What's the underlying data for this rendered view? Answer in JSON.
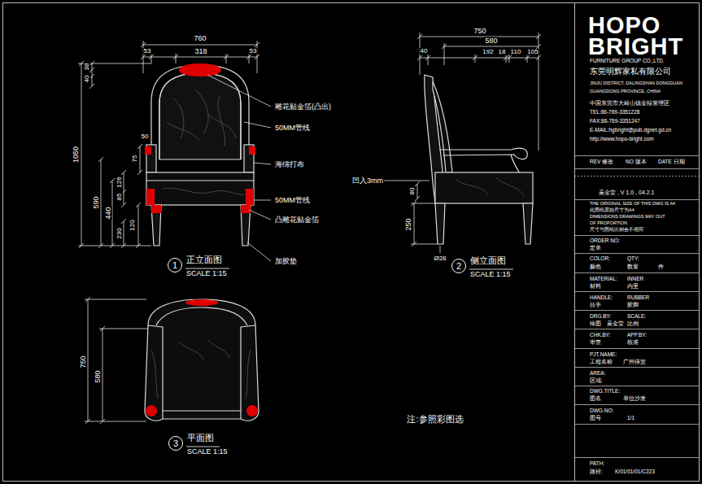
{
  "diagram": {
    "nodes": [
      {
        "text": [
          "1",
          "正立面图",
          "SCALE 1:15"
        ]
      },
      {
        "text": [
          "2",
          "侧立面图",
          "SCALE 1:15"
        ]
      },
      {
        "text": [
          "3",
          "平面图",
          "SCALE 1:15"
        ]
      }
    ],
    "labels": [
      "760",
      "53",
      "318",
      "53",
      "38",
      "40",
      "1050",
      "50",
      "75",
      "590",
      "126",
      "85",
      "440",
      "120",
      "230",
      "雕花贴金箔(凸出)",
      "50MM管线",
      "海绵打布",
      "50MM管线",
      "凸雕花贴金箔",
      "加胶垫",
      "750",
      "40",
      "580",
      "192",
      "18",
      "110",
      "105",
      "凹入3mm",
      "80",
      "250",
      "Ø28",
      "750",
      "580",
      "注:参照彩图选",
      "HOPO",
      "BRIGHT",
      "FURNITURE GROUP CO.,LTD.",
      "东莞明辉家私有限公司",
      "JINJU DISTRICT, DALINGSHAN DONGGUAN",
      "GUANGDONG PROVINCE, CHINA",
      "中国东莞市大岭山镇金桔管理区",
      "TEL:86-769-3351228",
      "FAX:86-769-3351247",
      "E-MAIL:hgbright@pub.dgnet.gd.cn",
      "http://www.hopo-bright.com",
      "REV 修改",
      "NO 版本",
      "DATE 日期",
      "吴金堂 , V 1.0 , 04.2.1",
      "THE ORIGINAL SIZE OF THIS DWG IS A4",
      "此图纸原始尺寸为A4",
      "DIMENSIONS DRAWINGS MAY OUT",
      "OF PROPORTION",
      "尺寸与图纸比例会不相同",
      "ORDER NO:",
      "定单",
      "COLOR:",
      "QTY:",
      "颜色",
      "数量",
      "件",
      "MATERIAL:",
      "INNER",
      "材料",
      "内里",
      "HANDLE:",
      "RUBBER",
      "拉手",
      "胶脚",
      "DRG.BY:",
      "SCALE:",
      "绘图",
      "吴金堂",
      "比例",
      "CHK.BY:",
      "APP.BY:",
      "审查",
      "核准",
      "PJT.NAME:",
      "工程名称",
      "广州佳宜",
      "AREA:",
      "区域:",
      "DWG.TITLE:",
      "图名",
      "单位沙发",
      "DWG.NO:",
      "图号",
      "1/1",
      "PATH:",
      "路径:",
      "K/01/01/01/C223"
    ]
  }
}
